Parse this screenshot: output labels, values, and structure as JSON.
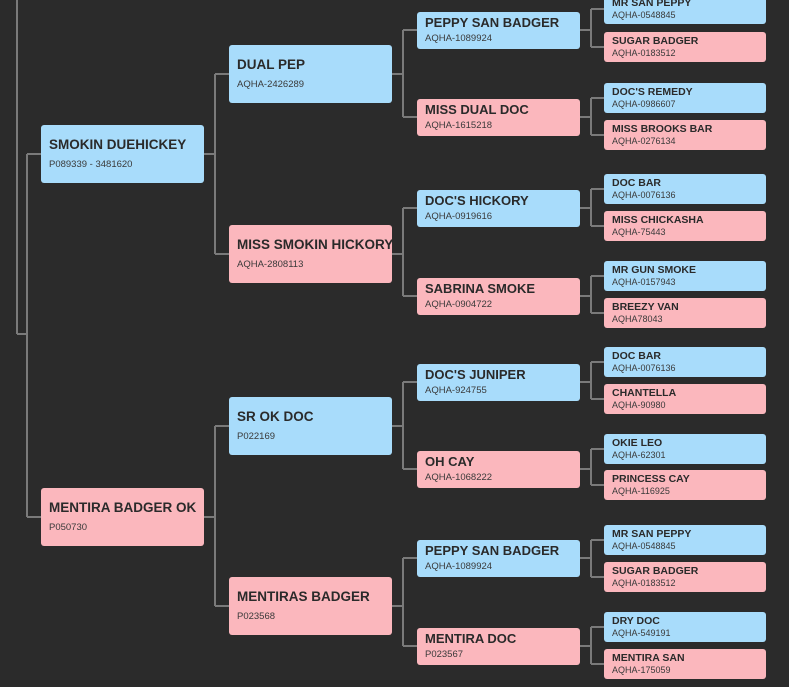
{
  "pedigree": {
    "colors": {
      "background": "#2b2b2b",
      "sire": "#a8dcfb",
      "dam": "#fbb7bd",
      "connector": "#7a7a7a"
    },
    "generation1": [
      {
        "name": "SMOKIN DUEHICKEY",
        "reg": "P089339 - 3481620"
      },
      {
        "name": "MENTIRA BADGER OK",
        "reg": "P050730"
      }
    ],
    "generation2": [
      {
        "name": "DUAL PEP",
        "reg": "AQHA-2426289"
      },
      {
        "name": "MISS SMOKIN HICKORY",
        "reg": "AQHA-2808113"
      },
      {
        "name": "SR OK DOC",
        "reg": "P022169"
      },
      {
        "name": "MENTIRAS BADGER",
        "reg": "P023568"
      }
    ],
    "generation3": [
      {
        "name": "PEPPY SAN BADGER",
        "reg": "AQHA-1089924"
      },
      {
        "name": "MISS DUAL DOC",
        "reg": "AQHA-1615218"
      },
      {
        "name": "DOC'S HICKORY",
        "reg": "AQHA-0919616"
      },
      {
        "name": "SABRINA SMOKE",
        "reg": "AQHA-0904722"
      },
      {
        "name": "DOC'S JUNIPER",
        "reg": "AQHA-924755"
      },
      {
        "name": "OH CAY",
        "reg": "AQHA-1068222"
      },
      {
        "name": "PEPPY SAN BADGER",
        "reg": "AQHA-1089924"
      },
      {
        "name": "MENTIRA DOC",
        "reg": "P023567"
      }
    ],
    "generation4": [
      {
        "name": "MR SAN PEPPY",
        "reg": "AQHA-0548845"
      },
      {
        "name": "SUGAR BADGER",
        "reg": "AQHA-0183512"
      },
      {
        "name": "DOC'S REMEDY",
        "reg": "AQHA-0986607"
      },
      {
        "name": "MISS BROOKS BAR",
        "reg": "AQHA-0276134"
      },
      {
        "name": "DOC BAR",
        "reg": "AQHA-0076136"
      },
      {
        "name": "MISS CHICKASHA",
        "reg": "AQHA-75443"
      },
      {
        "name": "MR GUN SMOKE",
        "reg": "AQHA-0157943"
      },
      {
        "name": "BREEZY VAN",
        "reg": "AQHA78043"
      },
      {
        "name": "DOC BAR",
        "reg": "AQHA-0076136"
      },
      {
        "name": "CHANTELLA",
        "reg": "AQHA-90980"
      },
      {
        "name": "OKIE LEO",
        "reg": "AQHA-62301"
      },
      {
        "name": "PRINCESS CAY",
        "reg": "AQHA-116925"
      },
      {
        "name": "MR SAN PEPPY",
        "reg": "AQHA-0548845"
      },
      {
        "name": "SUGAR BADGER",
        "reg": "AQHA-0183512"
      },
      {
        "name": "DRY DOC",
        "reg": "AQHA-549191"
      },
      {
        "name": "MENTIRA SAN",
        "reg": "AQHA-175059"
      }
    ]
  }
}
